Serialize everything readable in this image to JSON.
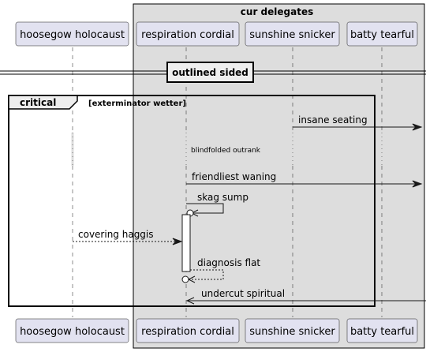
{
  "group": {
    "title": "cur delegates",
    "fill": "#dddddd"
  },
  "participants": [
    {
      "id": "p1",
      "label": "hoosegow holocaust"
    },
    {
      "id": "p2",
      "label": "respiration cordial"
    },
    {
      "id": "p3",
      "label": "sunshine snicker"
    },
    {
      "id": "p4",
      "label": "batty tearful"
    }
  ],
  "divider": {
    "label": "outlined sided"
  },
  "fragment": {
    "keyword": "critical",
    "condition": "[exterminator wetter]"
  },
  "messages": [
    {
      "id": "m1",
      "text": "insane seating",
      "from": "sunshine snicker",
      "to": "(outgoing)"
    },
    {
      "id": "m2",
      "text": "blindfolded outrank",
      "type": "delay"
    },
    {
      "id": "m3",
      "text": "friendliest waning",
      "from": "respiration cordial",
      "to": "(outgoing)"
    },
    {
      "id": "m4",
      "text": "skag sump",
      "from": "respiration cordial",
      "to": "respiration cordial"
    },
    {
      "id": "m5",
      "text": "covering haggis",
      "from": "hoosegow holocaust",
      "to": "respiration cordial"
    },
    {
      "id": "m6",
      "text": "diagnosis flat",
      "from": "respiration cordial",
      "to": "respiration cordial"
    },
    {
      "id": "m7",
      "text": "undercut spiritual",
      "from": "(incoming)",
      "to": "respiration cordial"
    }
  ],
  "colors": {
    "participant_fill": "#e2e2f0",
    "group_fill": "#dddddd",
    "line": "#181818",
    "activation_fill": "#ffffff"
  }
}
